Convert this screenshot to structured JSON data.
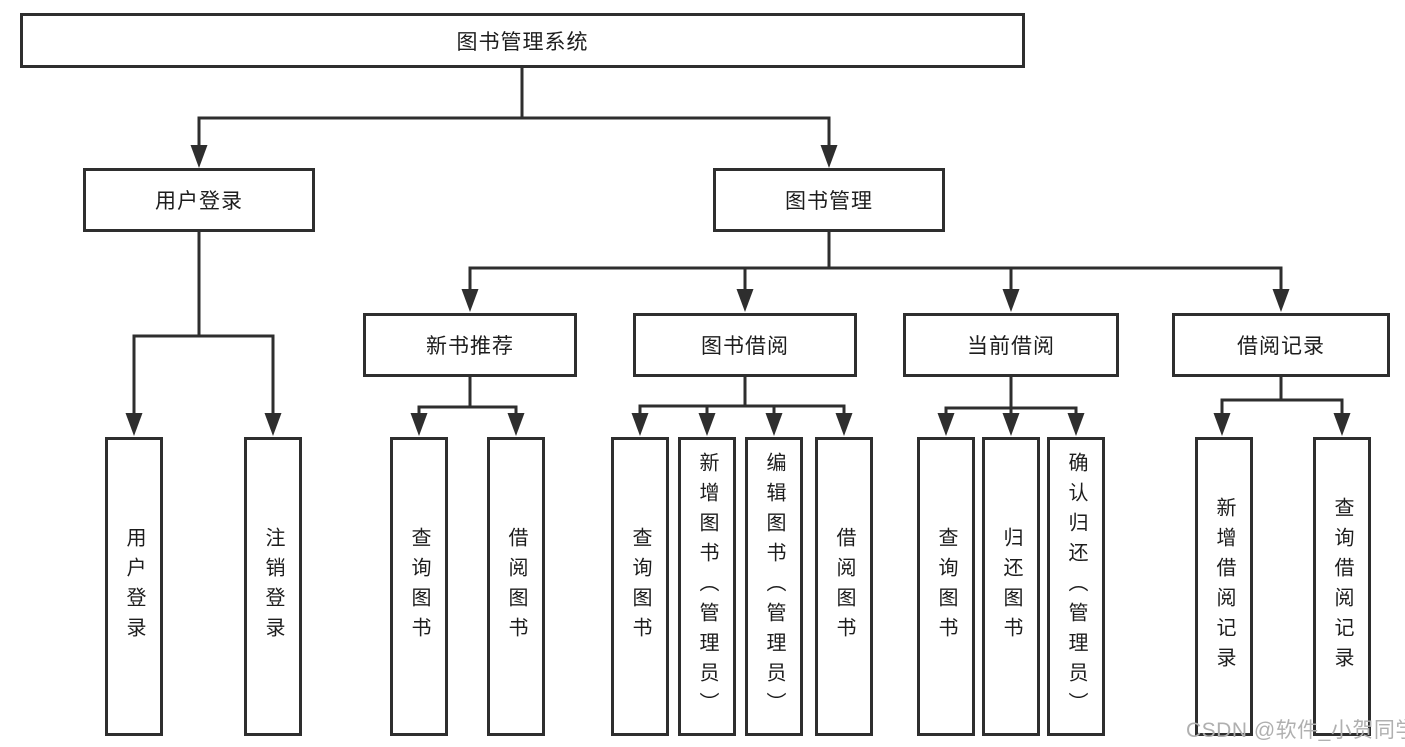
{
  "diagram": {
    "root": "图书管理系统",
    "level2": {
      "user_login": "用户登录",
      "book_management": "图书管理"
    },
    "level3": {
      "new_book": "新书推荐",
      "borrowing": "图书借阅",
      "current": "当前借阅",
      "records": "借阅记录"
    },
    "leaves": {
      "user_login": [
        "用户登录",
        "注销登录"
      ],
      "new_book": [
        "查询图书",
        "借阅图书"
      ],
      "borrowing": [
        "查询图书",
        "新增图书（管理员）",
        "编辑图书（管理员）",
        "借阅图书"
      ],
      "current": [
        "查询图书",
        "归还图书",
        "确认归还（管理员）"
      ],
      "records": [
        "新增借阅记录",
        "查询借阅记录"
      ]
    }
  },
  "watermark": "CSDN @软件_小贺同学",
  "colors": {
    "line": "#2e2e2e",
    "text": "#1d1d1d",
    "background": "#ffffff",
    "watermark": "#b0b0b0"
  }
}
